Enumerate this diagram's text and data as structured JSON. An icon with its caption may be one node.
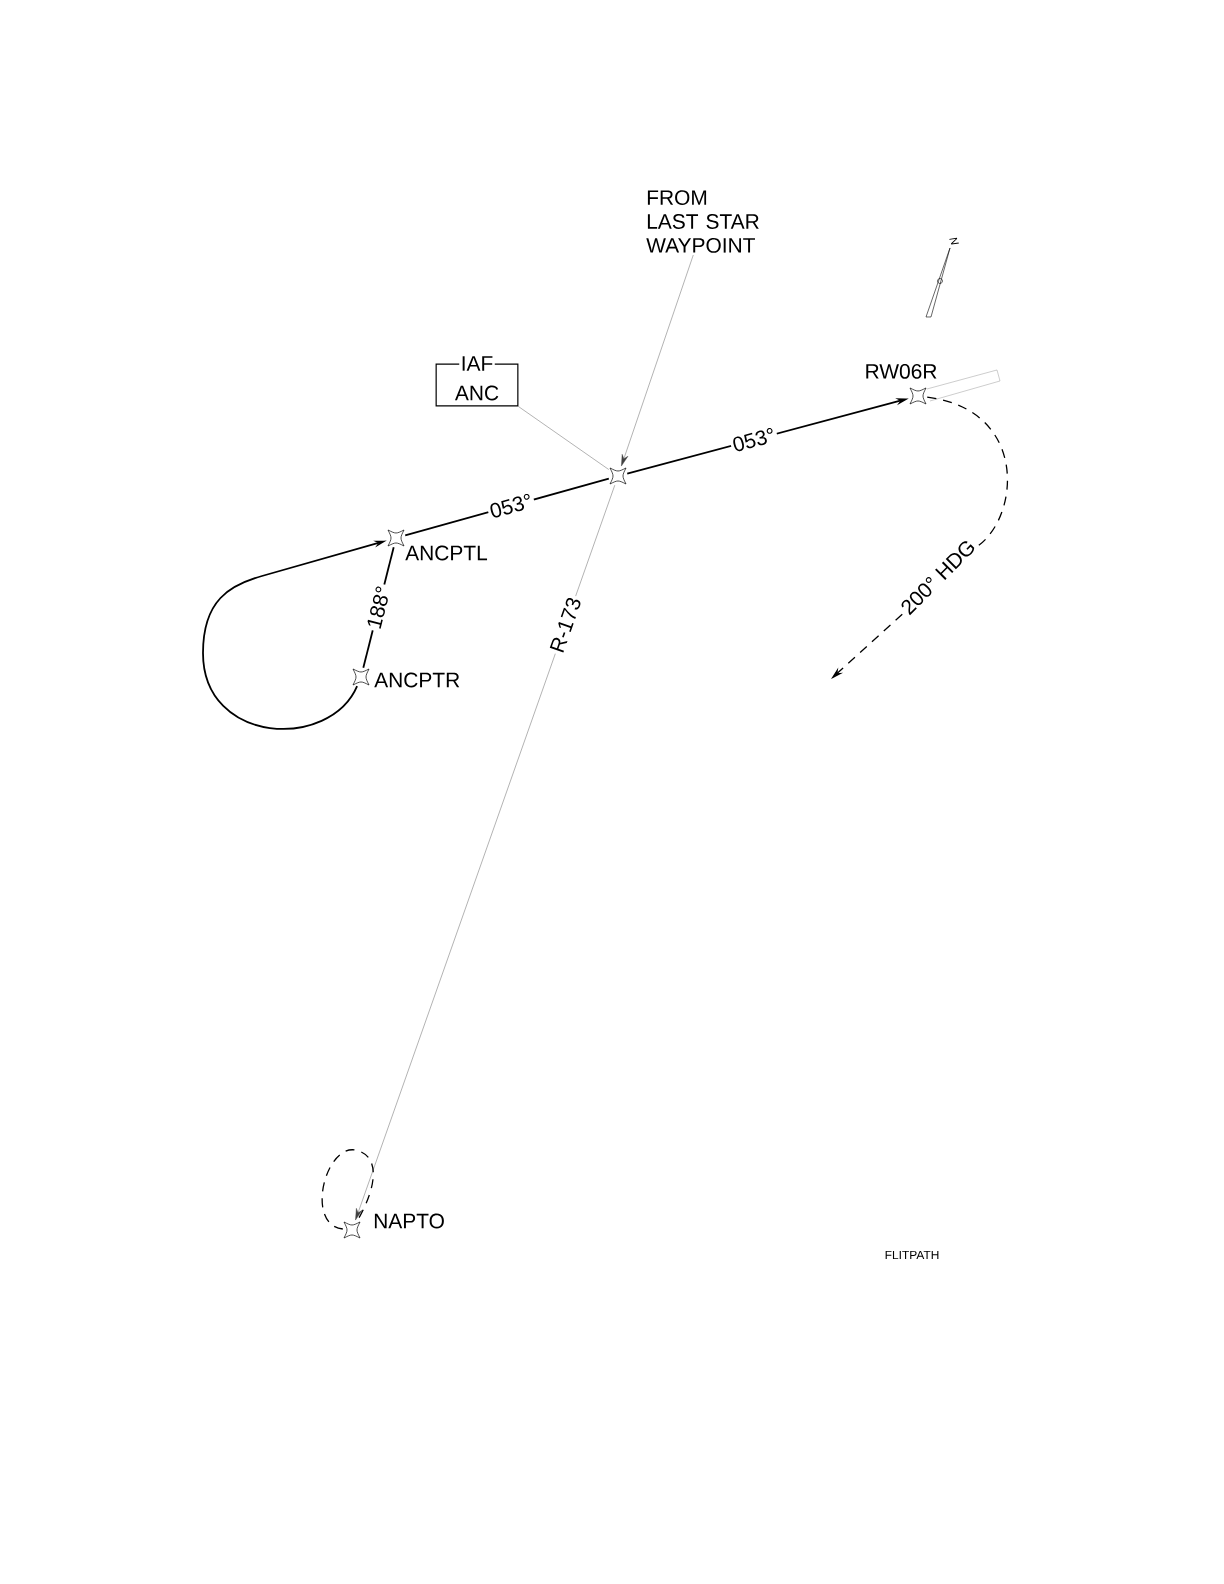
{
  "diagram": {
    "nodes": [
      {
        "text": [
          "FROM LAST STAR WAYPOINT"
        ]
      },
      {
        "text": [
          "IAF",
          "ANC"
        ]
      },
      {
        "text": [],
        "shape": "star"
      },
      {
        "text": [],
        "shape": "star",
        "beside": [
          "RW06R"
        ]
      },
      {
        "text": [],
        "shape": "star",
        "beside": [
          "ANCPTL"
        ]
      },
      {
        "text": [],
        "shape": "star",
        "beside": [
          "ANCPTR"
        ]
      },
      {
        "text": [],
        "shape": "star",
        "beside": [
          "NAPTO"
        ]
      }
    ],
    "edges": [
      {
        "from": 0,
        "to": 2,
        "arrow": "to"
      },
      {
        "from": 1,
        "to": 2,
        "arrow": "none"
      },
      {
        "from": 4,
        "to": 2,
        "arrow": "none",
        "label": "053°"
      },
      {
        "from": 2,
        "to": 3,
        "arrow": "to",
        "label": "053°"
      },
      {
        "from": 3,
        "to": null,
        "arrow": "to",
        "label": "200° HDG",
        "style": "dashed"
      },
      {
        "from": 4,
        "to": 5,
        "arrow": "none",
        "label": "188°"
      },
      {
        "from": 5,
        "to": 4,
        "arrow": "to"
      },
      {
        "from": 2,
        "to": 6,
        "arrow": "to",
        "label": "R-173"
      },
      {
        "from": 6,
        "to": 6,
        "arrow": "none",
        "style": "dashed"
      }
    ],
    "labels": [
      "N",
      "FLITPATH"
    ]
  }
}
